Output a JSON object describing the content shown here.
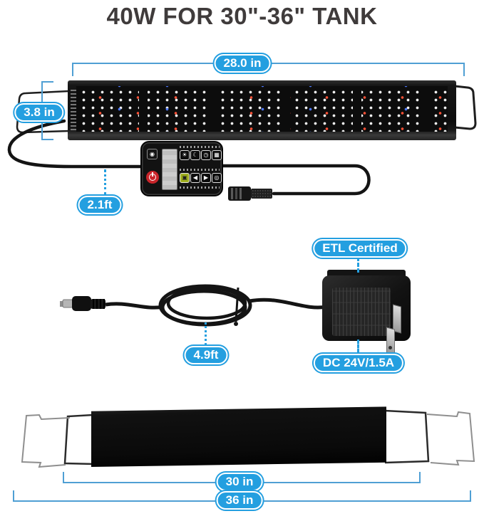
{
  "title": "40W FOR 30\"-36\" TANK",
  "colors": {
    "accent": "#249fe0",
    "dimension_line": "#4f9fd4",
    "title_text": "#3f3b3b"
  },
  "dimensions": {
    "fixture_length": "28.0 in",
    "fixture_width": "3.8 in",
    "controller_cable_length": "2.1ft",
    "power_cord_length": "4.9ft",
    "min_tank": "30 in",
    "max_tank": "36 in"
  },
  "labels": {
    "certification": "ETL Certified",
    "power_spec": "DC 24V/1.5A"
  },
  "remote": {
    "row1_names": [
      "daylight-icon",
      "moonlight-icon",
      "timer-icon",
      "mode-grid-icon"
    ],
    "row1_glyphs": [
      "☀",
      "☾",
      "◷",
      "▦"
    ],
    "row2_names": [
      "auto-icon",
      "left-arrow-icon",
      "right-arrow-icon",
      "cycle-icon"
    ],
    "row2_glyphs": [
      "▣",
      "◀",
      "▶",
      "◎"
    ],
    "aux_glyph": "◉"
  }
}
